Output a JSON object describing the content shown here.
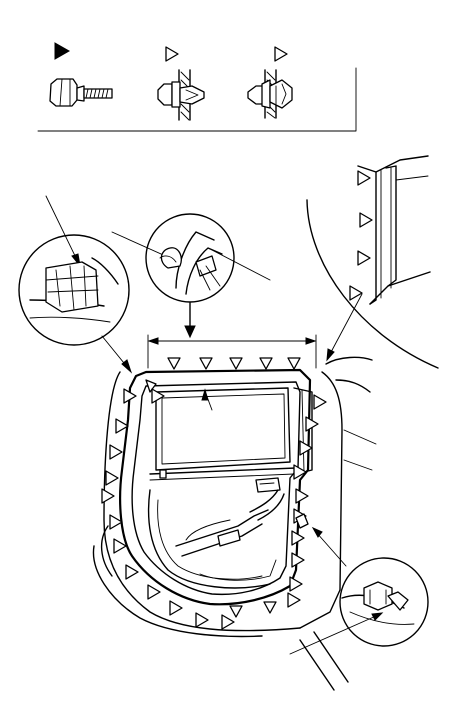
{
  "diagram": {
    "legend": {
      "items": [
        {
          "id": "bolt",
          "marker": "filled-triangle",
          "icon": "hex-bolt-icon"
        },
        {
          "id": "clip-a",
          "marker": "open-triangle",
          "icon": "push-clip-icon"
        },
        {
          "id": "clip-b",
          "marker": "open-triangle",
          "icon": "snap-clip-icon"
        }
      ]
    },
    "callouts": [
      {
        "id": "upper-left-detail",
        "icon": "door-corner-detail-icon"
      },
      {
        "id": "clip-detail",
        "icon": "clip-retainer-detail-icon"
      },
      {
        "id": "upper-right-detail",
        "icon": "window-frame-detail-icon"
      },
      {
        "id": "lower-right-detail",
        "icon": "bolt-socket-detail-icon"
      }
    ],
    "main_view": {
      "icon": "rear-door-weatherstrip-icon"
    },
    "colors": {
      "line": "#000000",
      "background": "#ffffff"
    }
  }
}
